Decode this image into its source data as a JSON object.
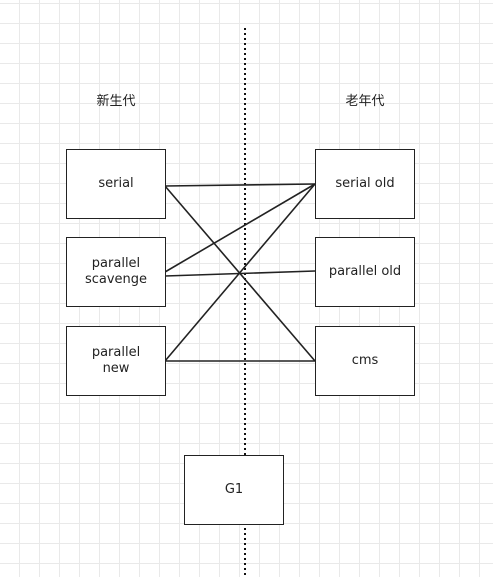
{
  "headings": {
    "young": "新生代",
    "old": "老年代"
  },
  "young_gen": {
    "serial": "serial",
    "parallel_scavenge": "parallel\nscavenge",
    "parallel_new": "parallel\nnew"
  },
  "old_gen": {
    "serial_old": "serial old",
    "parallel_old": "parallel old",
    "cms": "cms"
  },
  "g1": "G1",
  "connections": [
    [
      "serial",
      "serial old"
    ],
    [
      "serial",
      "cms"
    ],
    [
      "parallel scavenge",
      "serial old"
    ],
    [
      "parallel scavenge",
      "parallel old"
    ],
    [
      "parallel new",
      "serial old"
    ],
    [
      "parallel new",
      "cms"
    ]
  ]
}
